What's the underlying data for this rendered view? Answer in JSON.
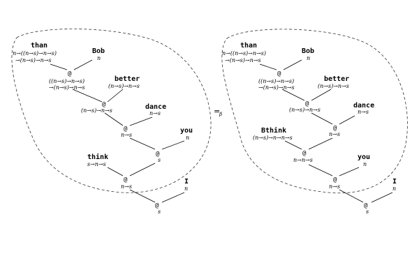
{
  "app_symbol": "@",
  "beta_equals": {
    "symbol": "=",
    "subscript": "β"
  },
  "left_tree": {
    "than": {
      "word": "than",
      "type_line1": "n→((n→s)→n→s)",
      "type_line2": "→(n→s)→n→s"
    },
    "bob": {
      "word": "Bob",
      "type": "n"
    },
    "app1": {
      "type_line1": "((n→s)→n→s)",
      "type_line2": "→(n→s)→n→s"
    },
    "better": {
      "word": "better",
      "type": "(n→s)→n→s"
    },
    "app2": {
      "type": "(n→s)→n→s"
    },
    "dance": {
      "word": "dance",
      "type": "n→s"
    },
    "app3": {
      "type": "n→s"
    },
    "you": {
      "word": "you",
      "type": "n"
    },
    "app4": {
      "type": "s"
    },
    "think": {
      "word": "think",
      "type": "s→n→s"
    },
    "app5": {
      "type": "n→s"
    },
    "i": {
      "word": "I",
      "type": "n"
    },
    "app6": {
      "type": "s"
    }
  },
  "right_tree": {
    "than": {
      "word": "than",
      "type_line1": "n→((n→s)→n→s)",
      "type_line2": "→(n→s)→n→s"
    },
    "bob": {
      "word": "Bob",
      "type": "n"
    },
    "app1": {
      "type_line1": "((n→s)→n→s)",
      "type_line2": "→(n→s)→n→s"
    },
    "better": {
      "word": "better",
      "type": "(n→s)→n→s"
    },
    "app2": {
      "type": "(n→s)→n→s"
    },
    "dance": {
      "word": "dance",
      "type": "n→s"
    },
    "app3": {
      "type": "n→s"
    },
    "bthink": {
      "word": "Bthink",
      "type": "(n→s)→n→n→s"
    },
    "app4": {
      "type": "n→n→s"
    },
    "you": {
      "word": "you",
      "type": "n"
    },
    "app5": {
      "type": "n→s"
    },
    "i": {
      "word": "I",
      "type": "n"
    },
    "app6": {
      "type": "s"
    }
  }
}
